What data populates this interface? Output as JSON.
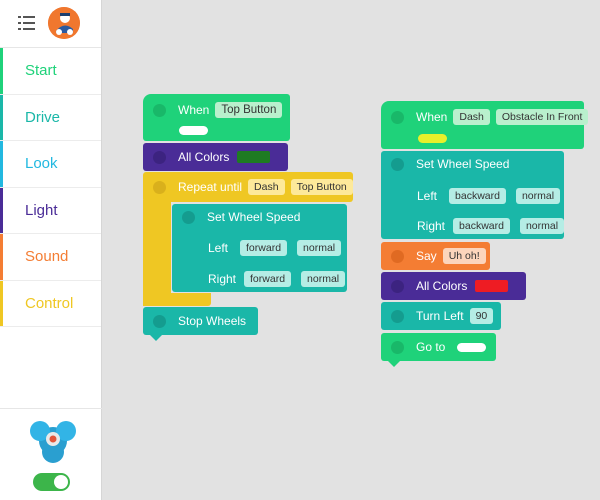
{
  "colors": {
    "start": "#1fd27a",
    "drive": "#1ab7a8",
    "look": "#22b8e0",
    "light": "#4a2c97",
    "sound": "#f47d33",
    "control": "#efc723",
    "green_swatch": "#1e7b22",
    "red_swatch": "#ee1c23",
    "yellow_pill": "#e8f02a"
  },
  "categories": [
    {
      "id": "start",
      "label": "Start"
    },
    {
      "id": "drive",
      "label": "Drive"
    },
    {
      "id": "look",
      "label": "Look"
    },
    {
      "id": "light",
      "label": "Light"
    },
    {
      "id": "sound",
      "label": "Sound"
    },
    {
      "id": "control",
      "label": "Control"
    }
  ],
  "stack1": {
    "when_label": "When",
    "when_field": "Top Button",
    "all_colors_label": "All Colors",
    "repeat_label": "Repeat until",
    "repeat_field1": "Dash",
    "repeat_field2": "Top Button",
    "set_wheel_label": "Set Wheel Speed",
    "left_label": "Left",
    "left_dir": "forward",
    "left_speed": "normal",
    "right_label": "Right",
    "right_dir": "forward",
    "right_speed": "normal",
    "stop_label": "Stop Wheels"
  },
  "stack2": {
    "when_label": "When",
    "when_field1": "Dash",
    "when_field2": "Obstacle In Front",
    "set_wheel_label": "Set Wheel Speed",
    "left_label": "Left",
    "left_dir": "backward",
    "left_speed": "normal",
    "right_label": "Right",
    "right_dir": "backward",
    "right_speed": "normal",
    "say_label": "Say",
    "say_field": "Uh oh!",
    "all_colors_label": "All Colors",
    "turn_label": "Turn Left",
    "turn_value": "90",
    "goto_label": "Go to"
  },
  "toggle": {
    "on": true
  }
}
